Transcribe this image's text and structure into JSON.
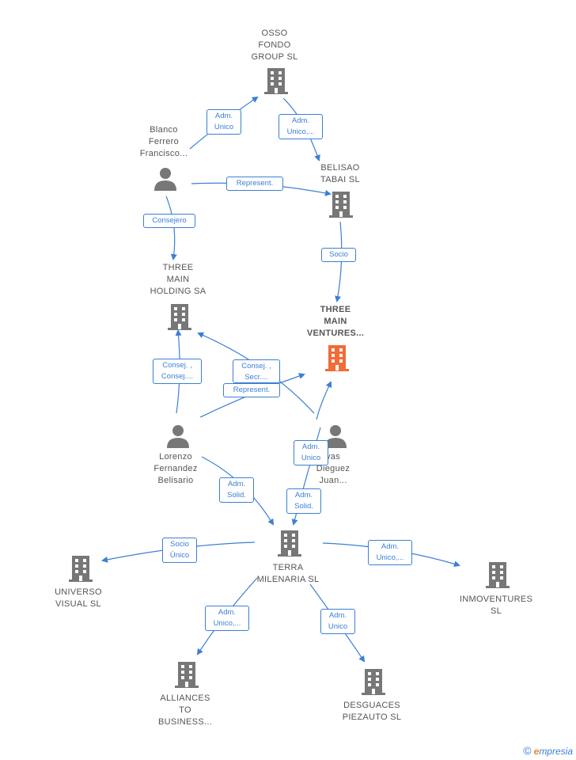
{
  "colors": {
    "edge": "#3b7fd4",
    "company": "#777777",
    "person": "#777777",
    "focus": "#f26b38"
  },
  "nodes": {
    "osso": {
      "label": "OSSO\nFONDO\nGROUP SL",
      "type": "company"
    },
    "blanco": {
      "label": "Blanco\nFerrero\nFrancisco...",
      "type": "person"
    },
    "belisao": {
      "label": "BELISAO\nTABAI SL",
      "type": "company"
    },
    "three_holding": {
      "label": "THREE\nMAIN\nHOLDING SA",
      "type": "company"
    },
    "three_ventures": {
      "label": "THREE\nMAIN\nVENTURES...",
      "type": "company-focus"
    },
    "lorenzo": {
      "label": "Lorenzo\nFernandez\nBelisario",
      "type": "person"
    },
    "nevas": {
      "label": "vas\nDieguez\nJuan...",
      "type": "person"
    },
    "terra": {
      "label": "TERRA\nMILENARIA SL",
      "type": "company"
    },
    "universo": {
      "label": "UNIVERSO\nVISUAL SL",
      "type": "company"
    },
    "inmo": {
      "label": "INMOVENTURES\nSL",
      "type": "company"
    },
    "alliances": {
      "label": "ALLIANCES\nTO\nBUSINESS...",
      "type": "company"
    },
    "desguaces": {
      "label": "DESGUACES\nPIEZAUTO SL",
      "type": "company"
    }
  },
  "edges": [
    {
      "label": "Adm.\nUnico"
    },
    {
      "label": "Adm.\nUnico,..."
    },
    {
      "label": "Represent."
    },
    {
      "label": "Consejero"
    },
    {
      "label": "Socio"
    },
    {
      "label": "Consej. ,\nConsej...."
    },
    {
      "label": "Consej. ,\nSecr...."
    },
    {
      "label": "Represent."
    },
    {
      "label": "Adm.\nUnico"
    },
    {
      "label": "Adm.\nSolid."
    },
    {
      "label": "Adm.\nSolid."
    },
    {
      "label": "Socio\nÚnico"
    },
    {
      "label": "Adm.\nUnico,..."
    },
    {
      "label": "Adm.\nUnico,..."
    },
    {
      "label": "Adm.\nUnico"
    }
  ],
  "brand": {
    "copyright": "©",
    "initial": "e",
    "name": "mpresia"
  }
}
